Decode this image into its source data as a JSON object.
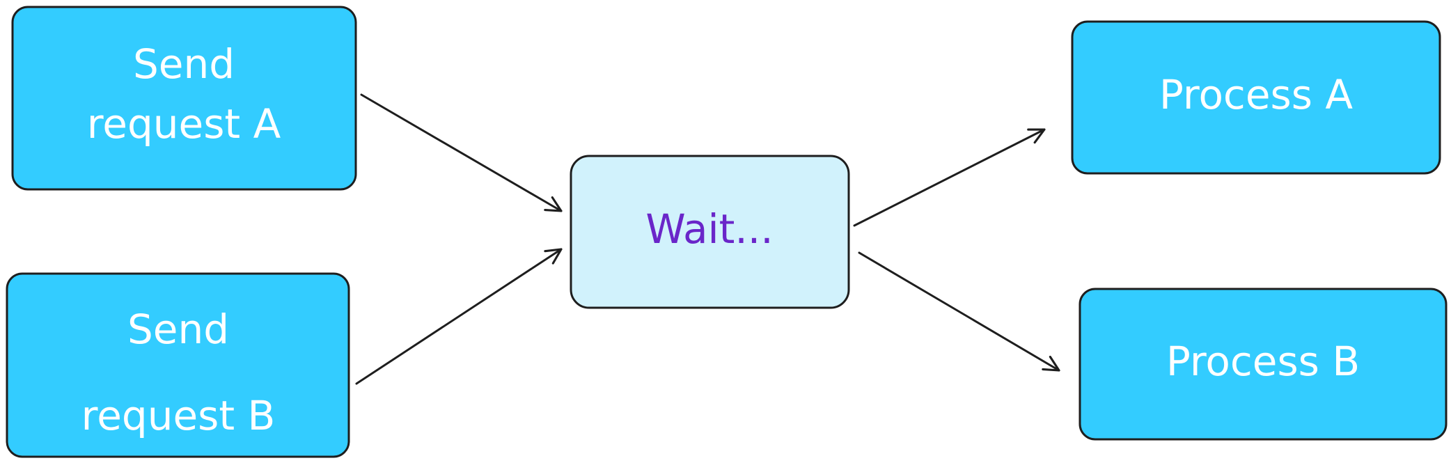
{
  "nodes": {
    "send_a": {
      "line1": "Send",
      "line2": "request A"
    },
    "send_b": {
      "line1": "Send",
      "line2": "request B"
    },
    "wait": {
      "label": "Wait..."
    },
    "process_a": {
      "label": "Process A"
    },
    "process_b": {
      "label": "Process B"
    }
  },
  "colors": {
    "action_fill": "#33ccff",
    "wait_fill": "#d1f2fc",
    "stroke": "#1e1e1e",
    "action_text": "#ffffff",
    "wait_text": "#6a26c9"
  }
}
